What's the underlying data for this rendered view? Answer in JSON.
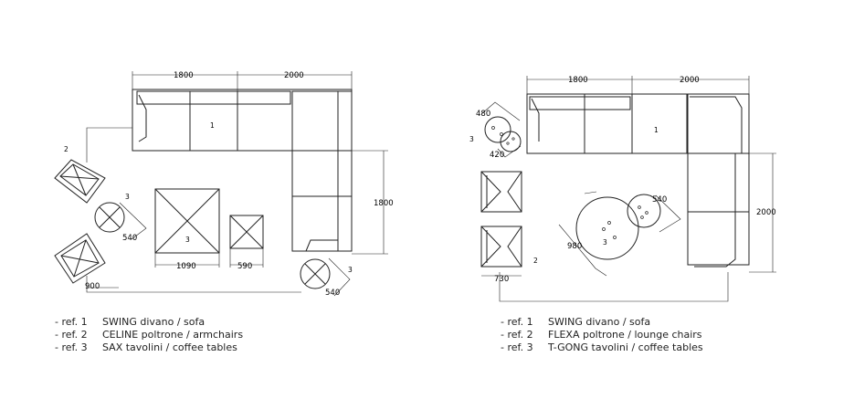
{
  "left_layout": {
    "dimensions": {
      "sofa_width_a": "1800",
      "sofa_width_b": "2000",
      "sofa_depth": "1800",
      "table_large": "1090",
      "table_small": "590",
      "round_table_upper": "540",
      "round_table_lower": "540",
      "chair_spacing": "900"
    },
    "references": {
      "sofa": "1",
      "armchairs": "2",
      "table_round_upper": "3",
      "table_square_large": "3",
      "table_round_lower": "3"
    },
    "legend": [
      {
        "prefix": "- ref. 1",
        "text": "SWING divano / sofa"
      },
      {
        "prefix": "- ref. 2",
        "text": "CELINE poltrone / armchairs"
      },
      {
        "prefix": "- ref. 3",
        "text": "SAX tavolini / coffee tables"
      }
    ]
  },
  "right_layout": {
    "dimensions": {
      "sofa_width_a": "1800",
      "sofa_width_b": "2000",
      "sofa_depth": "2000",
      "round_table_big": "480",
      "round_table_small": "420",
      "table_round_large": "980",
      "table_round_medium": "540",
      "chairs_width": "730"
    },
    "references": {
      "sofa": "1",
      "lounge_chairs": "2",
      "table_upper": "3",
      "table_center": "3"
    },
    "legend": [
      {
        "prefix": "- ref. 1",
        "text": "SWING divano / sofa"
      },
      {
        "prefix": "- ref. 2",
        "text": "FLEXA poltrone / lounge chairs"
      },
      {
        "prefix": "- ref. 3",
        "text": "T-GONG tavolini / coffee tables"
      }
    ]
  }
}
